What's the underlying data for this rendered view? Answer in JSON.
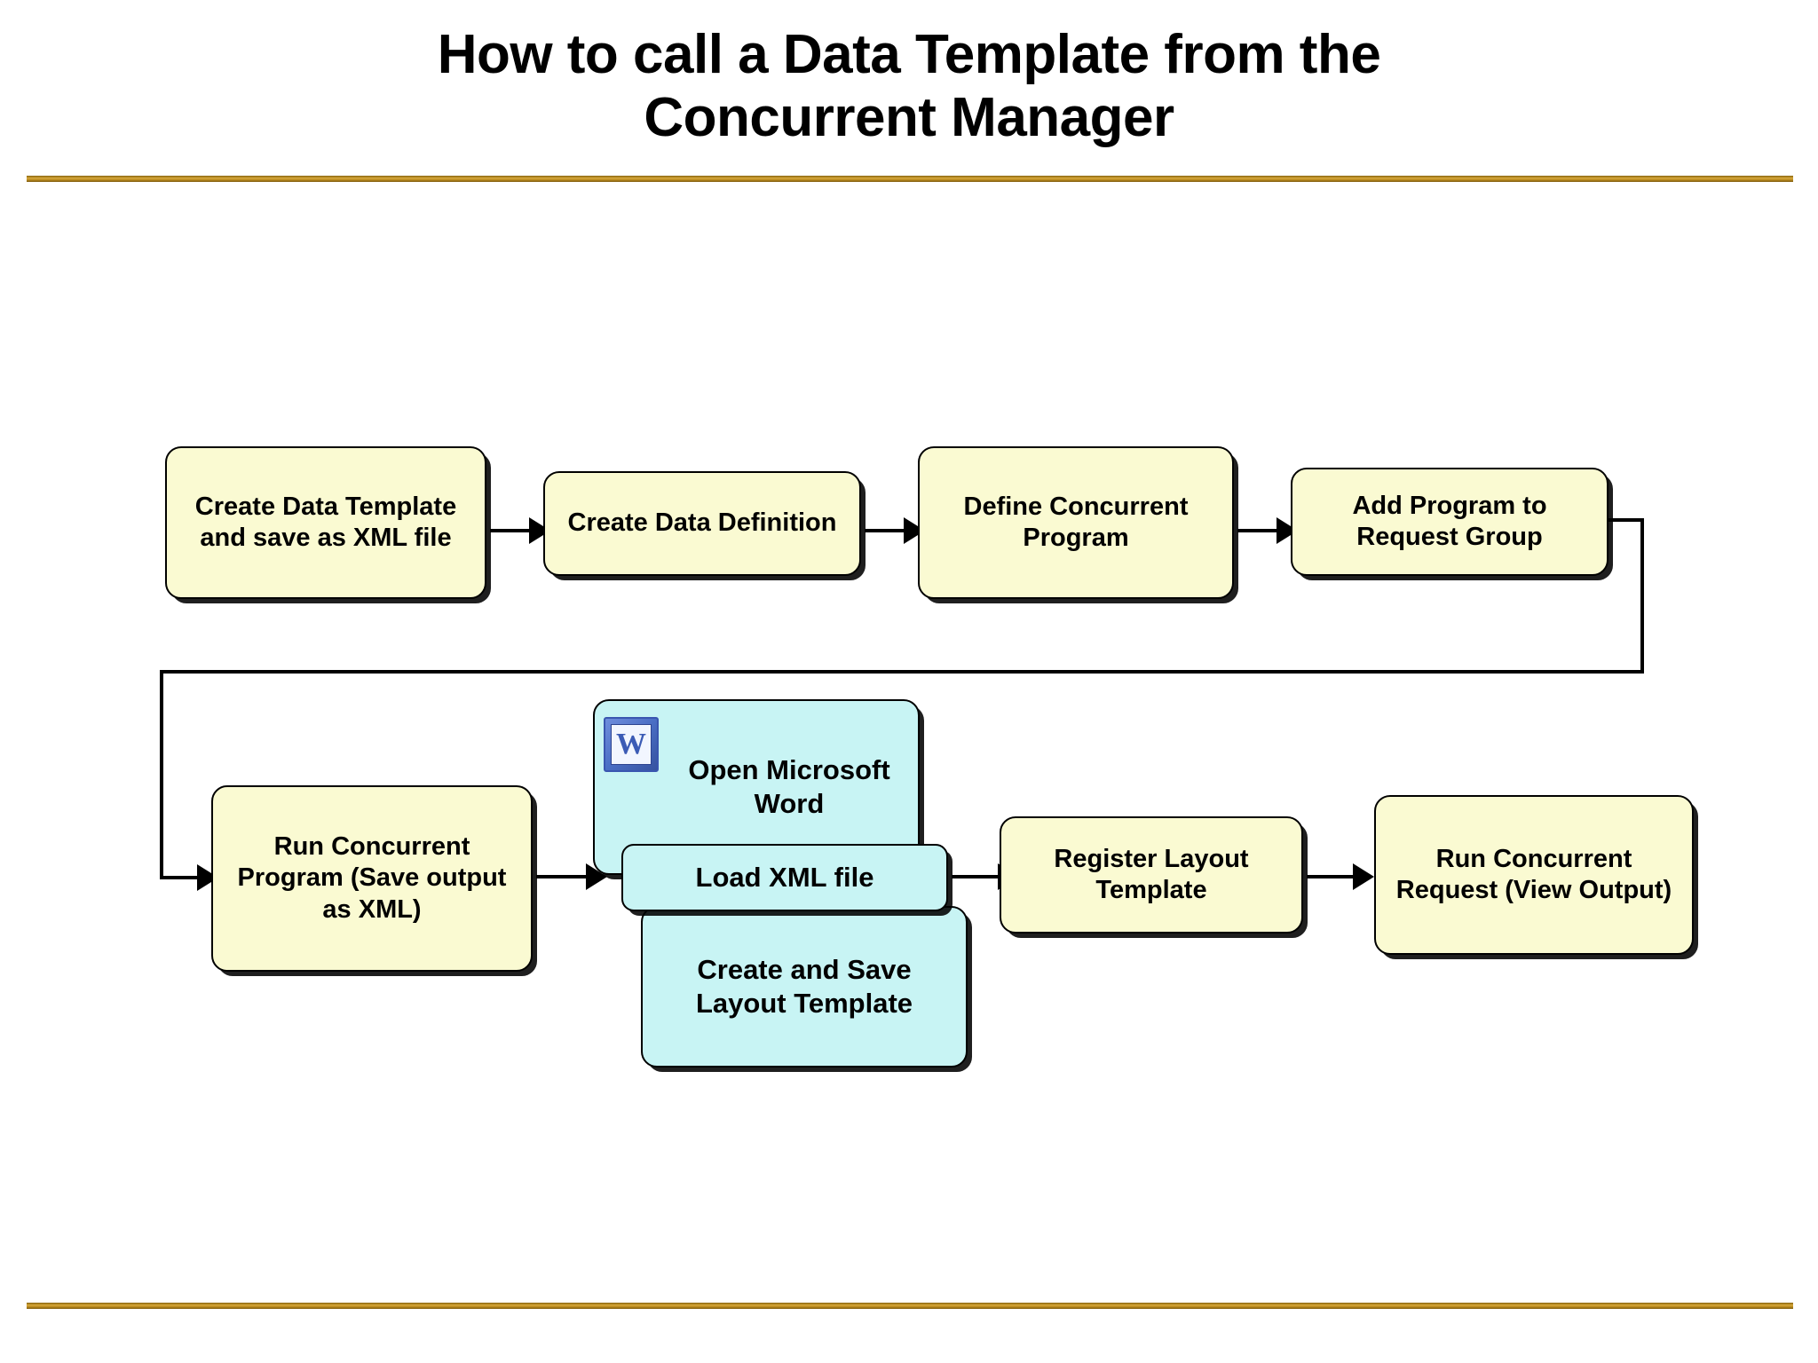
{
  "slide": {
    "title_line1": "How to call a Data Template from the",
    "title_line2": "Concurrent Manager",
    "rule_color": "#a8801e",
    "background": "#ffffff"
  },
  "palette": {
    "process_fill": "#fafad2",
    "word_step_fill": "#c8f4f4",
    "border": "#000000",
    "text": "#000000"
  },
  "flow": {
    "row1": [
      {
        "id": "create-data-template",
        "label": "Create Data Template and save as XML file",
        "fill": "#fafad2"
      },
      {
        "id": "create-data-definition",
        "label": "Create Data Definition",
        "fill": "#fafad2"
      },
      {
        "id": "define-concurrent-program",
        "label": "Define Concurrent Program",
        "fill": "#fafad2"
      },
      {
        "id": "add-program-to-request-group",
        "label": "Add Program to Request Group",
        "fill": "#fafad2"
      }
    ],
    "row2": [
      {
        "id": "run-concurrent-program",
        "label": "Run Concurrent Program (Save output as XML)",
        "fill": "#fafad2"
      },
      {
        "id": "open-microsoft-word",
        "label": "Open Microsoft Word",
        "fill": "#c8f4f4",
        "icon": "microsoft-word-icon",
        "icon_glyph": "W"
      },
      {
        "id": "load-xml-file",
        "label": "Load XML file",
        "fill": "#c8f4f4"
      },
      {
        "id": "create-save-layout-template",
        "label": "Create and Save Layout Template",
        "fill": "#c8f4f4"
      },
      {
        "id": "register-layout-template",
        "label": "Register Layout Template",
        "fill": "#fafad2"
      },
      {
        "id": "run-concurrent-request",
        "label": "Run Concurrent Request (View Output)",
        "fill": "#fafad2"
      }
    ]
  }
}
